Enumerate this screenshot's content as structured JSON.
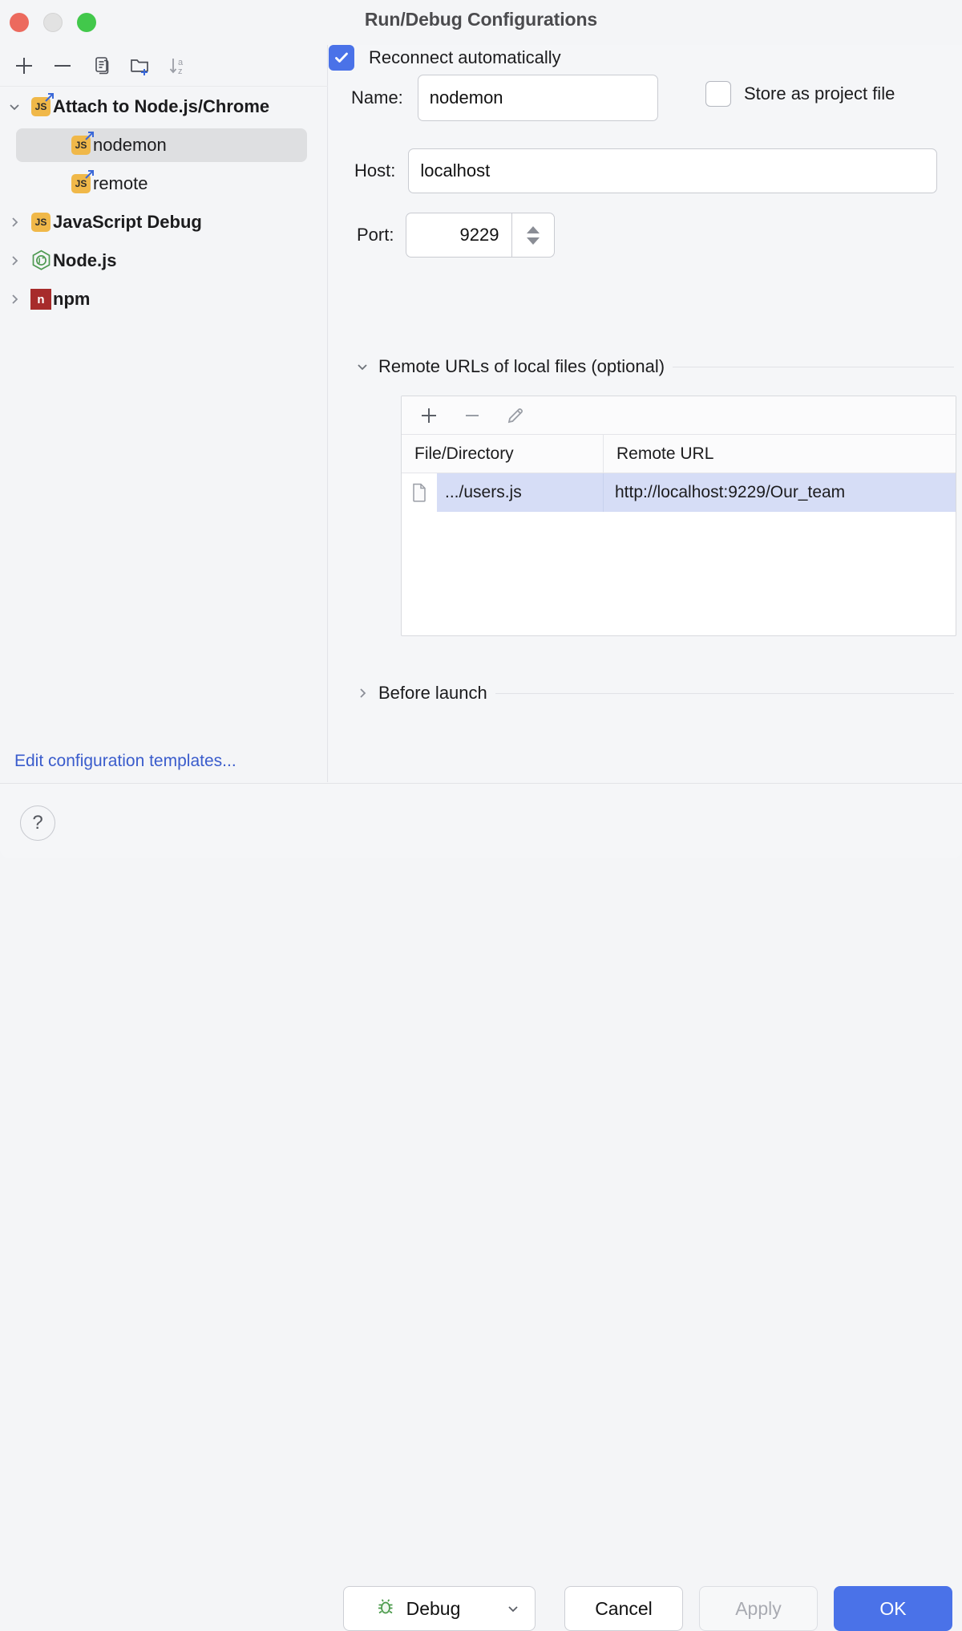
{
  "window": {
    "title": "Run/Debug Configurations",
    "traffic_lights": [
      "close",
      "minimize",
      "zoom"
    ]
  },
  "sidebar": {
    "toolbar": [
      {
        "name": "add-configuration-button",
        "icon": "plus-icon"
      },
      {
        "name": "remove-configuration-button",
        "icon": "minus-icon"
      },
      {
        "name": "copy-configuration-button",
        "icon": "copy-icon"
      },
      {
        "name": "new-folder-button",
        "icon": "folder-add-icon"
      },
      {
        "name": "sort-configurations-button",
        "icon": "sort-alpha-icon"
      }
    ],
    "tree": [
      {
        "label": "Attach to Node.js/Chrome",
        "icon": "js-attach-icon",
        "level": 0,
        "expanded": true,
        "bold": true,
        "selected": false
      },
      {
        "label": "nodemon",
        "icon": "js-attach-icon",
        "level": 1,
        "bold": false,
        "selected": true
      },
      {
        "label": "remote",
        "icon": "js-attach-icon",
        "level": 1,
        "bold": false,
        "selected": false
      },
      {
        "label": "JavaScript Debug",
        "icon": "js-icon",
        "level": 0,
        "expanded": false,
        "bold": true,
        "selected": false
      },
      {
        "label": "Node.js",
        "icon": "nodejs-icon",
        "level": 0,
        "expanded": false,
        "bold": true,
        "selected": false
      },
      {
        "label": "npm",
        "icon": "npm-icon",
        "level": 0,
        "expanded": false,
        "bold": true,
        "selected": false
      }
    ],
    "edit_templates_link": "Edit configuration templates..."
  },
  "form": {
    "name_label": "Name:",
    "name_value": "nodemon",
    "store_as_project_file_label": "Store as project file",
    "store_as_project_file_checked": false,
    "host_label": "Host:",
    "host_value": "localhost",
    "port_label": "Port:",
    "port_value": "9229",
    "reconnect_label": "Reconnect automatically",
    "reconnect_checked": true
  },
  "remote_urls_section": {
    "title": "Remote URLs of local files (optional)",
    "expanded": true,
    "toolbar": [
      {
        "name": "add-mapping-button",
        "icon": "plus-icon"
      },
      {
        "name": "remove-mapping-button",
        "icon": "minus-icon"
      },
      {
        "name": "edit-mapping-button",
        "icon": "pencil-icon"
      }
    ],
    "columns": [
      "File/Directory",
      "Remote URL"
    ],
    "rows": [
      {
        "icon": "file-icon",
        "file_directory": ".../users.js",
        "remote_url": "http://localhost:9229/Our_team",
        "selected": true
      }
    ]
  },
  "before_launch_section": {
    "title": "Before launch",
    "expanded": false
  },
  "footer": {
    "help_label": "?",
    "debug_label": "Debug",
    "cancel_label": "Cancel",
    "apply_label": "Apply",
    "ok_label": "OK"
  },
  "colors": {
    "accent": "#4a72e8",
    "link": "#3a5ccc",
    "selection_tree": "#dedfe1",
    "selection_table": "#d6ddf6",
    "js_badge": "#f0b849",
    "npm": "#a72b2b",
    "nodejs_green": "#3f8a3f",
    "bug_green": "#4a9a4a",
    "background": "#f4f5f7"
  }
}
